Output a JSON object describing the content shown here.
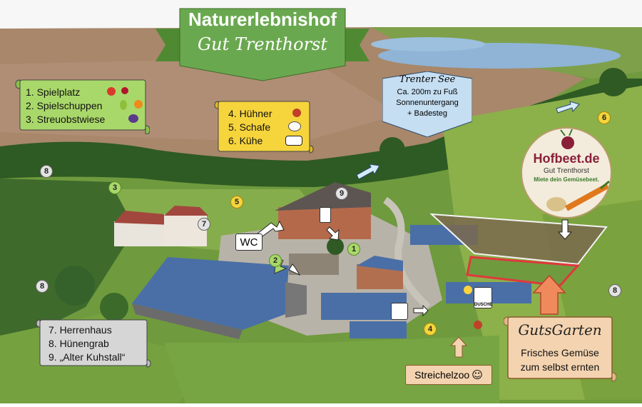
{
  "title": {
    "main": "Naturerlebnishof",
    "sub": "Gut Trenthorst"
  },
  "legend_green": {
    "items": [
      "1.  Spielplatz",
      "2.  Spielschuppen",
      "3.  Streuobstwiese"
    ]
  },
  "legend_yellow": {
    "items": [
      "4. Hühner",
      "5. Schafe",
      "6. Kühe"
    ]
  },
  "legend_grey": {
    "items": [
      "7.  Herrenhaus",
      "8.  Hünengrab",
      "9.  „Alter Kuhstall“"
    ]
  },
  "trenter_see": {
    "title": "Trenter See",
    "lines": [
      "Ca. 200m zu Fuß",
      "Sonnenuntergang",
      "+ Badesteg"
    ]
  },
  "hofbeet": {
    "name": "Hofbeet.de",
    "sub": "Gut Trenthorst",
    "tagline": "Miete dein Gemüsebeet."
  },
  "gutsgarten": {
    "title": "GutsGarten",
    "lines": [
      "Frisches Gemüse",
      "zum selbst ernten"
    ]
  },
  "streichelzoo": {
    "label": "Streichelzoo",
    "smiley": "☺"
  },
  "wc": {
    "label": "WC"
  },
  "dusche": {
    "label": "DUSCHE"
  },
  "markers": [
    {
      "num": "8",
      "style": "grey"
    },
    {
      "num": "3",
      "style": "green"
    },
    {
      "num": "5",
      "style": "yellow"
    },
    {
      "num": "9",
      "style": "grey"
    },
    {
      "num": "7",
      "style": "grey"
    },
    {
      "num": "2",
      "style": "green"
    },
    {
      "num": "1",
      "style": "green"
    },
    {
      "num": "8",
      "style": "grey"
    },
    {
      "num": "4",
      "style": "yellow"
    },
    {
      "num": "6",
      "style": "yellow"
    },
    {
      "num": "8",
      "style": "grey"
    }
  ],
  "colors": {
    "green_box": "#a9d86a",
    "yellow_box": "#f6d43c",
    "grey_box": "#d6d6d6",
    "banner": "#6aa84f",
    "blue_box": "#c5def2",
    "parchment": "#f3d3b0",
    "garden_red": "#e0383c"
  }
}
